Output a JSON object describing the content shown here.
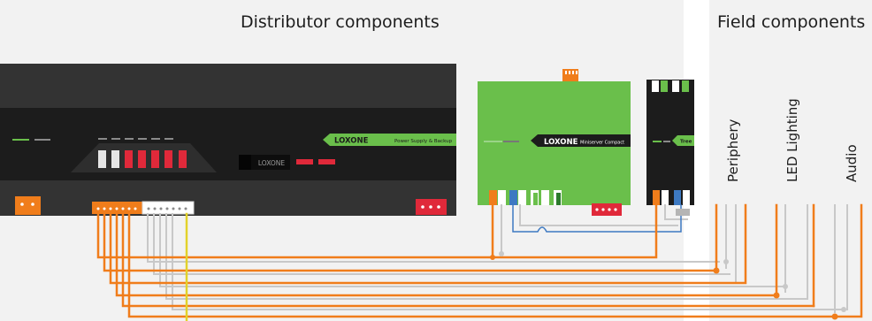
{
  "sections": {
    "distributor": "Distributor components",
    "field": "Field components"
  },
  "devices": {
    "power_supply": {
      "brand": "LOXONE",
      "product": "Power Supply & Backup",
      "display": "LOXONE"
    },
    "miniserver": {
      "brand": "LOXONE",
      "product": "Miniserver Compact"
    },
    "tree_ext": {
      "product": "Tree"
    }
  },
  "field_labels": [
    "Periphery",
    "LED Lighting",
    "Audio"
  ],
  "colors": {
    "orange": "#f07d1b",
    "green": "#6abf4b",
    "gray": "#c8c8c8",
    "blue": "#3d79c2",
    "red": "#e0293a",
    "yellow": "#e2d22b",
    "dark": "#262626",
    "panel": "#f2f2f2"
  }
}
